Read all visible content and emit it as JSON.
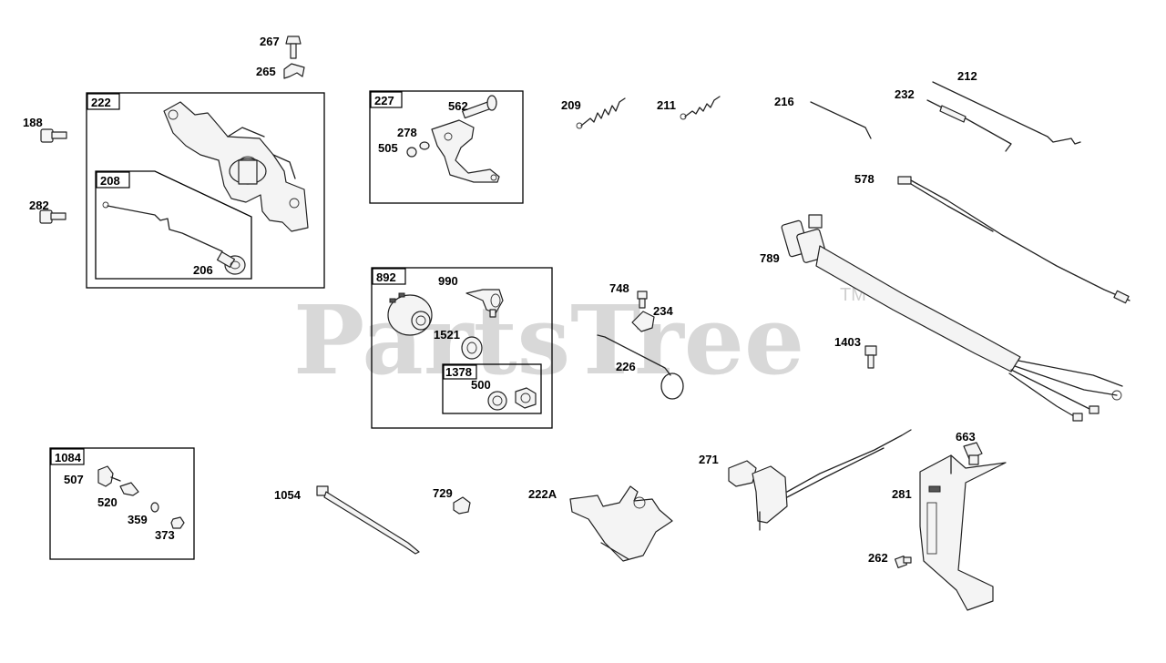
{
  "watermark": {
    "text": "PartsTree",
    "trademark": "TM"
  },
  "boxes": {
    "b222": "222",
    "b208": "208",
    "b227": "227",
    "b892": "892",
    "b1378": "1378",
    "b1084": "1084"
  },
  "labels": {
    "p267": "267",
    "p265": "265",
    "p188": "188",
    "p282": "282",
    "p206": "206",
    "p562": "562",
    "p278": "278",
    "p505": "505",
    "p209": "209",
    "p211": "211",
    "p216": "216",
    "p212": "212",
    "p232": "232",
    "p578": "578",
    "p789": "789",
    "p990": "990",
    "p1521": "1521",
    "p500": "500",
    "p748": "748",
    "p234": "234",
    "p226": "226",
    "p1403": "1403",
    "p507": "507",
    "p520": "520",
    "p359": "359",
    "p373": "373",
    "p1054": "1054",
    "p729": "729",
    "p222A": "222A",
    "p271": "271",
    "p663": "663",
    "p281": "281",
    "p262": "262"
  }
}
